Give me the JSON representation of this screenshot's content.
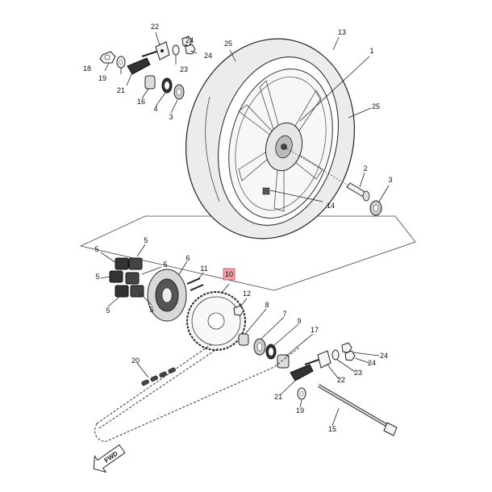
{
  "diagram": {
    "highlight_color": "#f4a0a8",
    "fwd_label": "FWD",
    "callouts": {
      "c1": "1",
      "c2": "2",
      "c3a": "3",
      "c3b": "3",
      "c4": "4",
      "c5a": "5",
      "c5b": "5",
      "c5c": "5",
      "c5d": "5",
      "c5e": "5",
      "c6": "6",
      "c7": "7",
      "c8": "8",
      "c9": "9",
      "c10": "10",
      "c11": "11",
      "c12": "12",
      "c13": "13",
      "c14": "14",
      "c15": "15",
      "c16": "16",
      "c17": "17",
      "c18": "18",
      "c19a": "19",
      "c19b": "19",
      "c20": "20",
      "c21a": "21",
      "c21b": "21",
      "c22a": "22",
      "c22b": "22",
      "c23a": "23",
      "c23b": "23",
      "c24a": "24",
      "c24b": "24",
      "c24c": "24",
      "c24d": "24",
      "c25a": "25",
      "c25b": "25"
    }
  }
}
